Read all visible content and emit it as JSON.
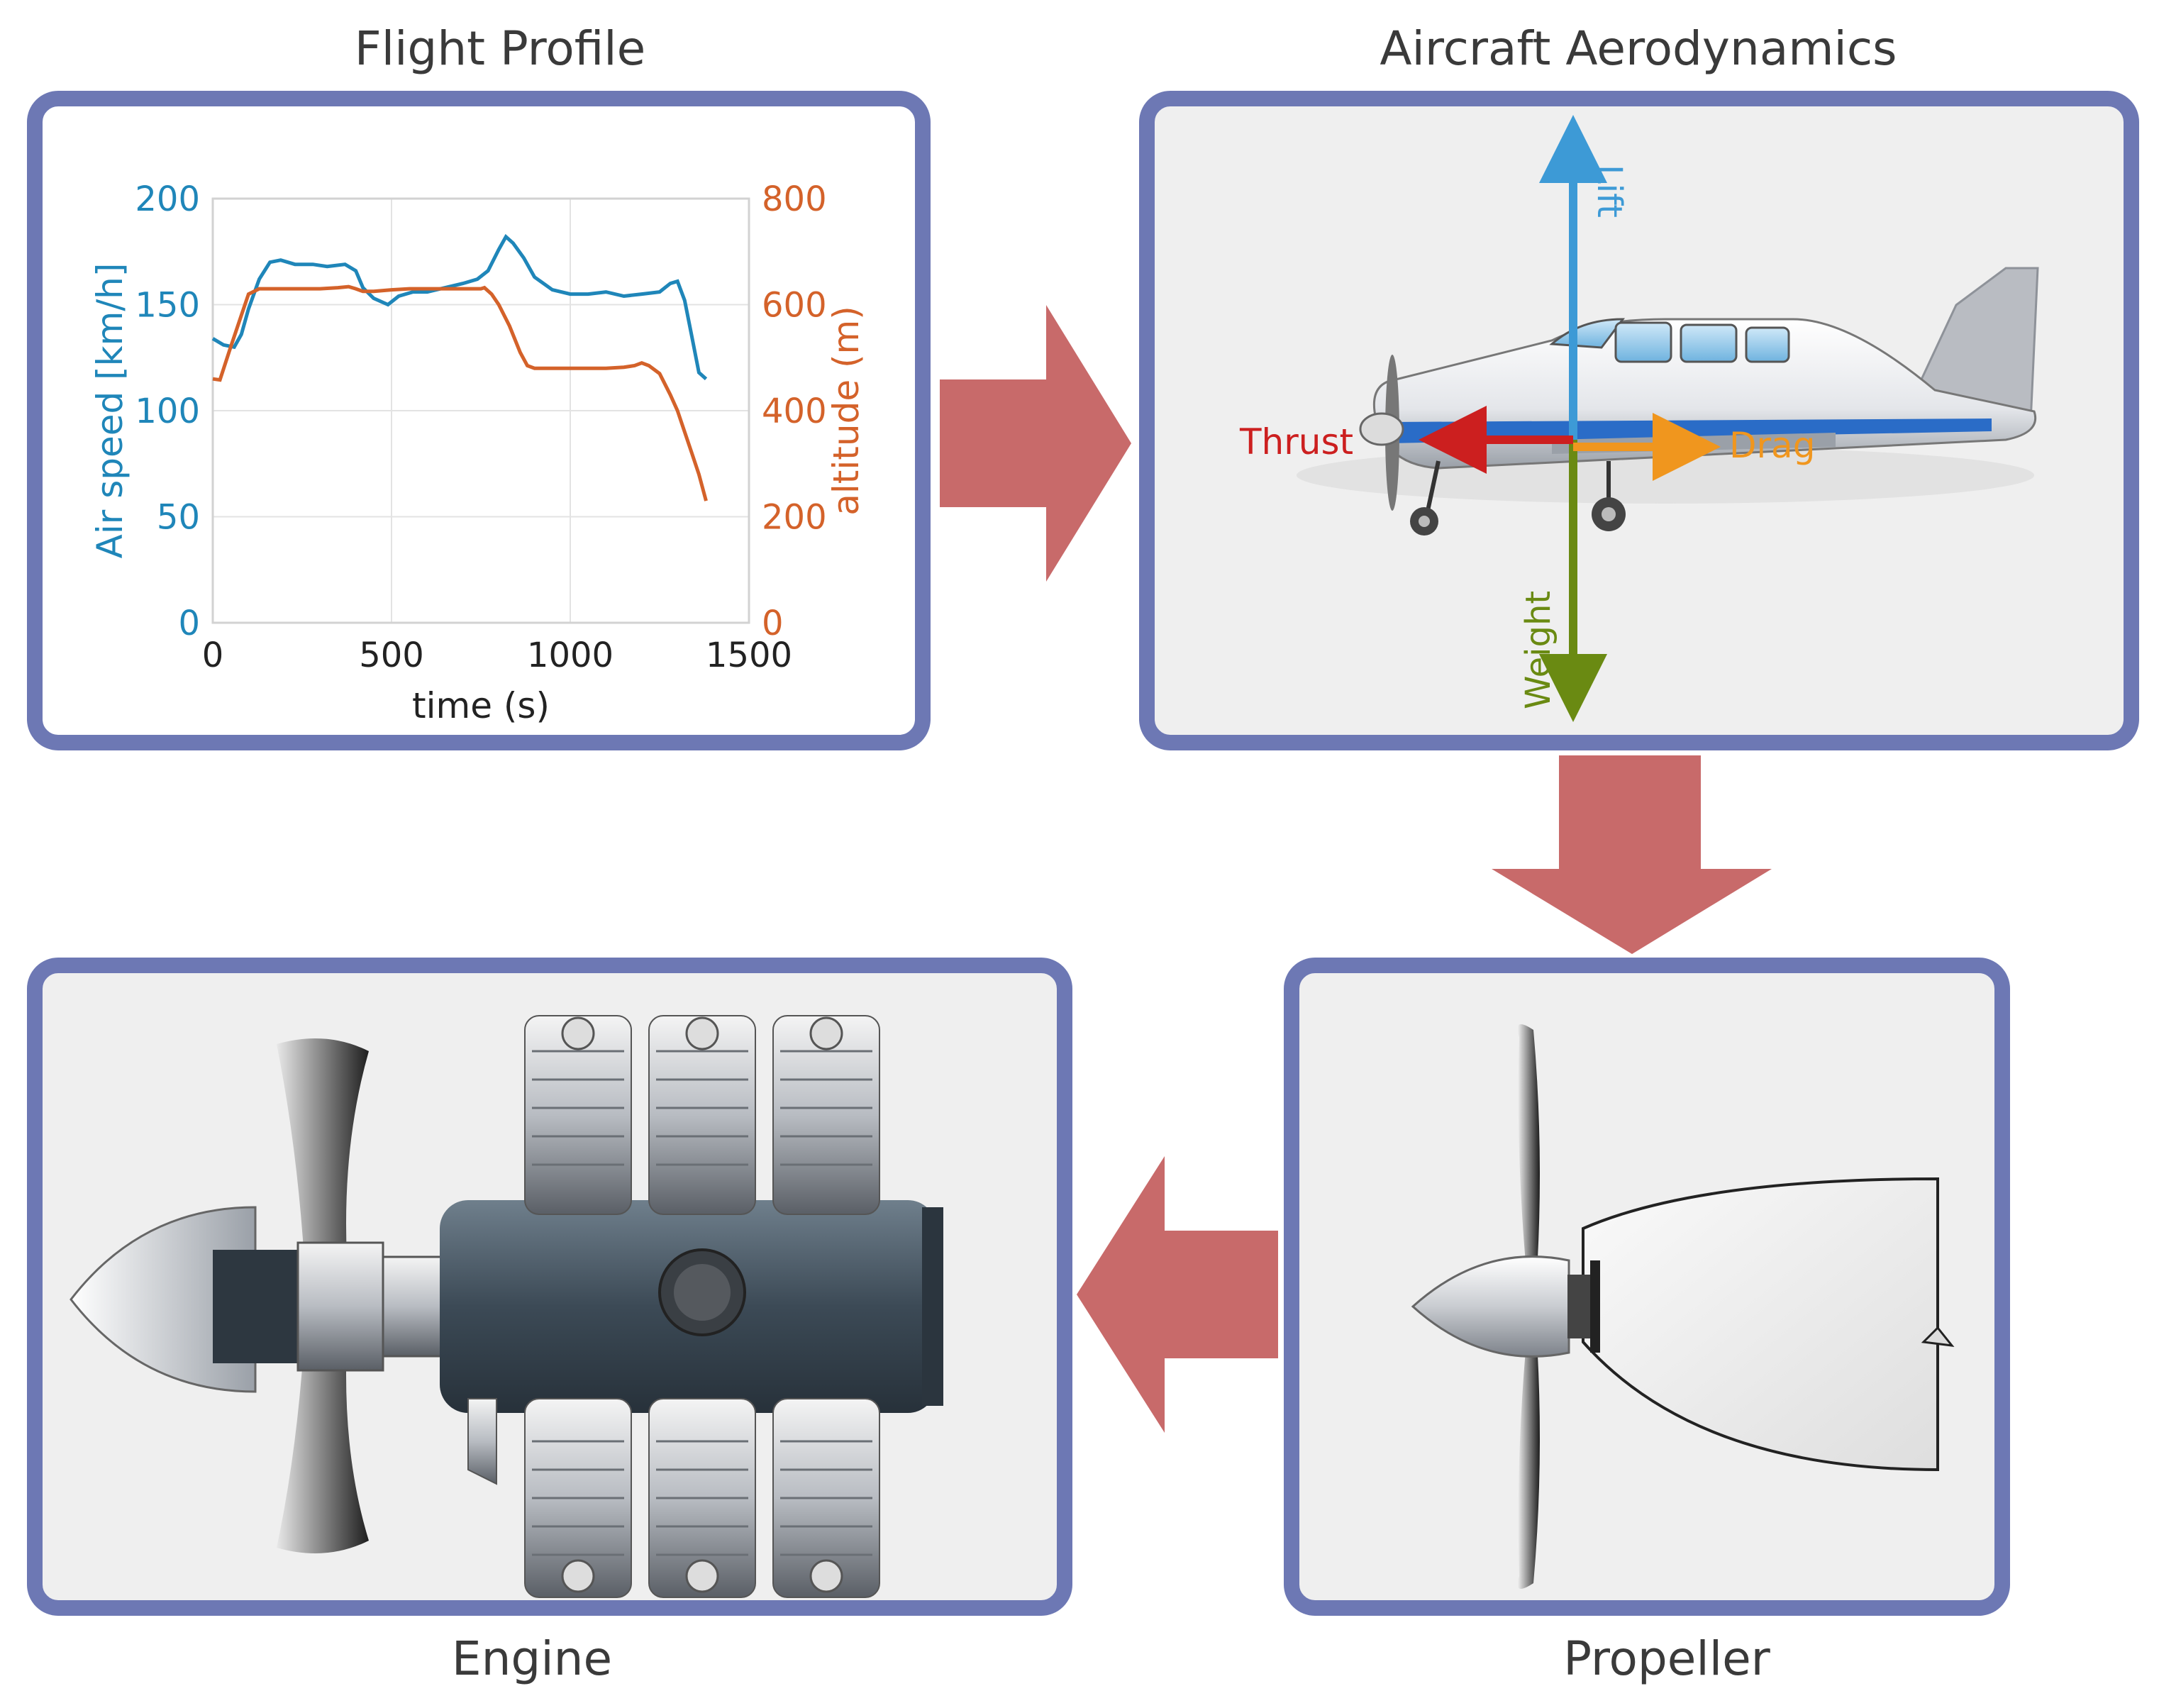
{
  "titles": {
    "flight_profile": "Flight Profile",
    "aerodynamics": "Aircraft Aerodynamics",
    "engine": "Engine",
    "propeller": "Propeller"
  },
  "forces": {
    "lift": "Lift",
    "thrust": "Thrust",
    "drag": "Drag",
    "weight": "Weight"
  },
  "colors": {
    "panel_border": "#6d78b4",
    "flow_arrow": "#c86a6a",
    "speed_series": "#1f86b9",
    "altitude_series": "#d4622a",
    "lift": "#3d9ad6",
    "thrust": "#cc1f1f",
    "drag": "#f0961e",
    "weight": "#6a8a12"
  },
  "chart_data": {
    "type": "line",
    "title": "",
    "xlabel": "time (s)",
    "ylabel": "Air speed [km/h]",
    "y2label": "altitude (m)",
    "xlim": [
      0,
      1500
    ],
    "ylim": [
      0,
      200
    ],
    "y2lim": [
      0,
      800
    ],
    "xticks": [
      "0",
      "500",
      "1000",
      "1500"
    ],
    "yticks": [
      "0",
      "50",
      "100",
      "150",
      "200"
    ],
    "y2ticks": [
      "0",
      "200",
      "400",
      "600",
      "800"
    ],
    "grid": true,
    "legend": "none",
    "series": [
      {
        "axis": "left",
        "x": [
          0,
          30,
          60,
          80,
          100,
          130,
          160,
          190,
          230,
          280,
          320,
          370,
          400,
          420,
          450,
          490,
          520,
          560,
          600,
          650,
          700,
          740,
          770,
          800,
          820,
          840,
          870,
          900,
          950,
          1000,
          1050,
          1100,
          1150,
          1200,
          1250,
          1280,
          1300,
          1320,
          1340,
          1360,
          1380
        ],
        "values": [
          134,
          131,
          130,
          136,
          148,
          162,
          170,
          171,
          169,
          169,
          168,
          169,
          166,
          158,
          153,
          150,
          154,
          156,
          156,
          158,
          160,
          162,
          166,
          176,
          182,
          179,
          172,
          163,
          157,
          155,
          155,
          156,
          154,
          155,
          156,
          160,
          161,
          152,
          135,
          118,
          115
        ]
      },
      {
        "axis": "right",
        "x": [
          0,
          20,
          50,
          80,
          100,
          130,
          200,
          300,
          350,
          380,
          400,
          420,
          450,
          500,
          550,
          600,
          700,
          750,
          760,
          780,
          800,
          830,
          860,
          880,
          900,
          950,
          1000,
          1050,
          1100,
          1150,
          1180,
          1200,
          1220,
          1250,
          1280,
          1300,
          1320,
          1340,
          1360,
          1380
        ],
        "values": [
          460,
          458,
          520,
          580,
          620,
          630,
          630,
          630,
          632,
          634,
          630,
          625,
          625,
          628,
          630,
          630,
          630,
          630,
          632,
          620,
          600,
          560,
          510,
          485,
          480,
          480,
          480,
          480,
          480,
          482,
          485,
          490,
          485,
          470,
          430,
          400,
          360,
          320,
          280,
          230
        ]
      }
    ]
  }
}
